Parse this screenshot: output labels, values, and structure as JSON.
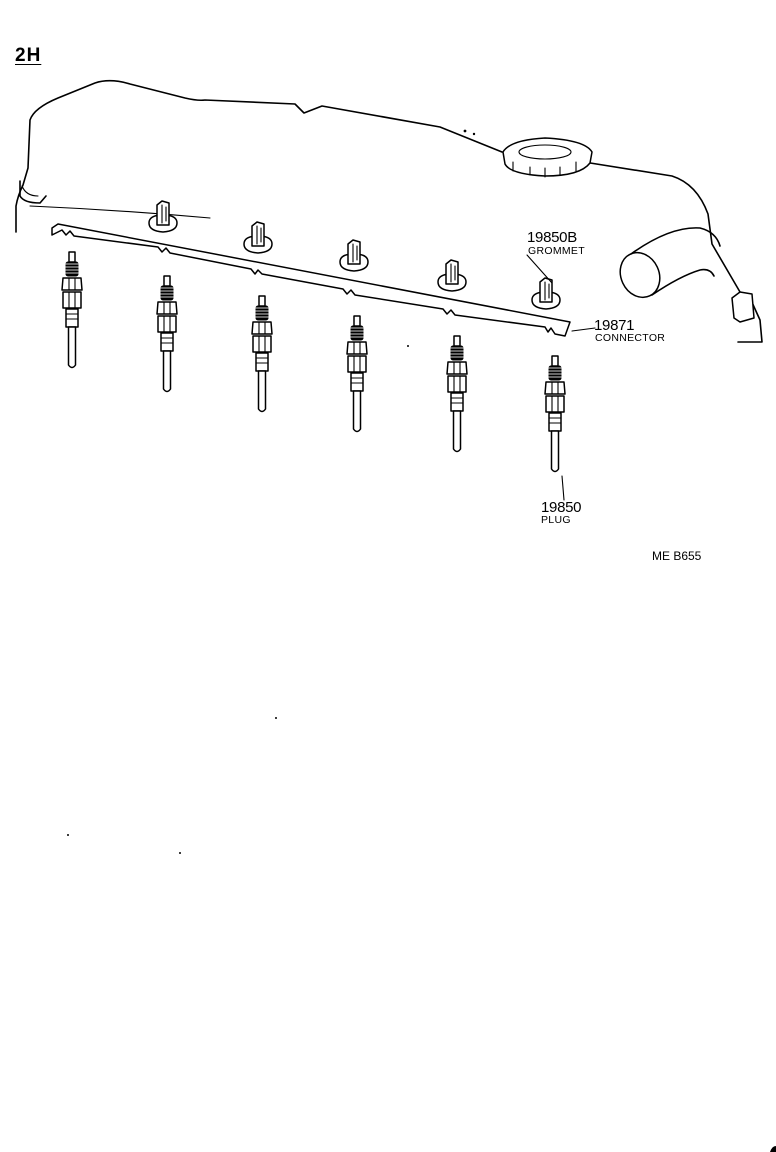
{
  "diagram": {
    "title": "2H",
    "code": "ME B655",
    "parts": [
      {
        "number": "19850B",
        "name": "GROMMET"
      },
      {
        "number": "19871",
        "name": "CONNECTOR"
      },
      {
        "number": "19850",
        "name": "PLUG"
      }
    ]
  }
}
